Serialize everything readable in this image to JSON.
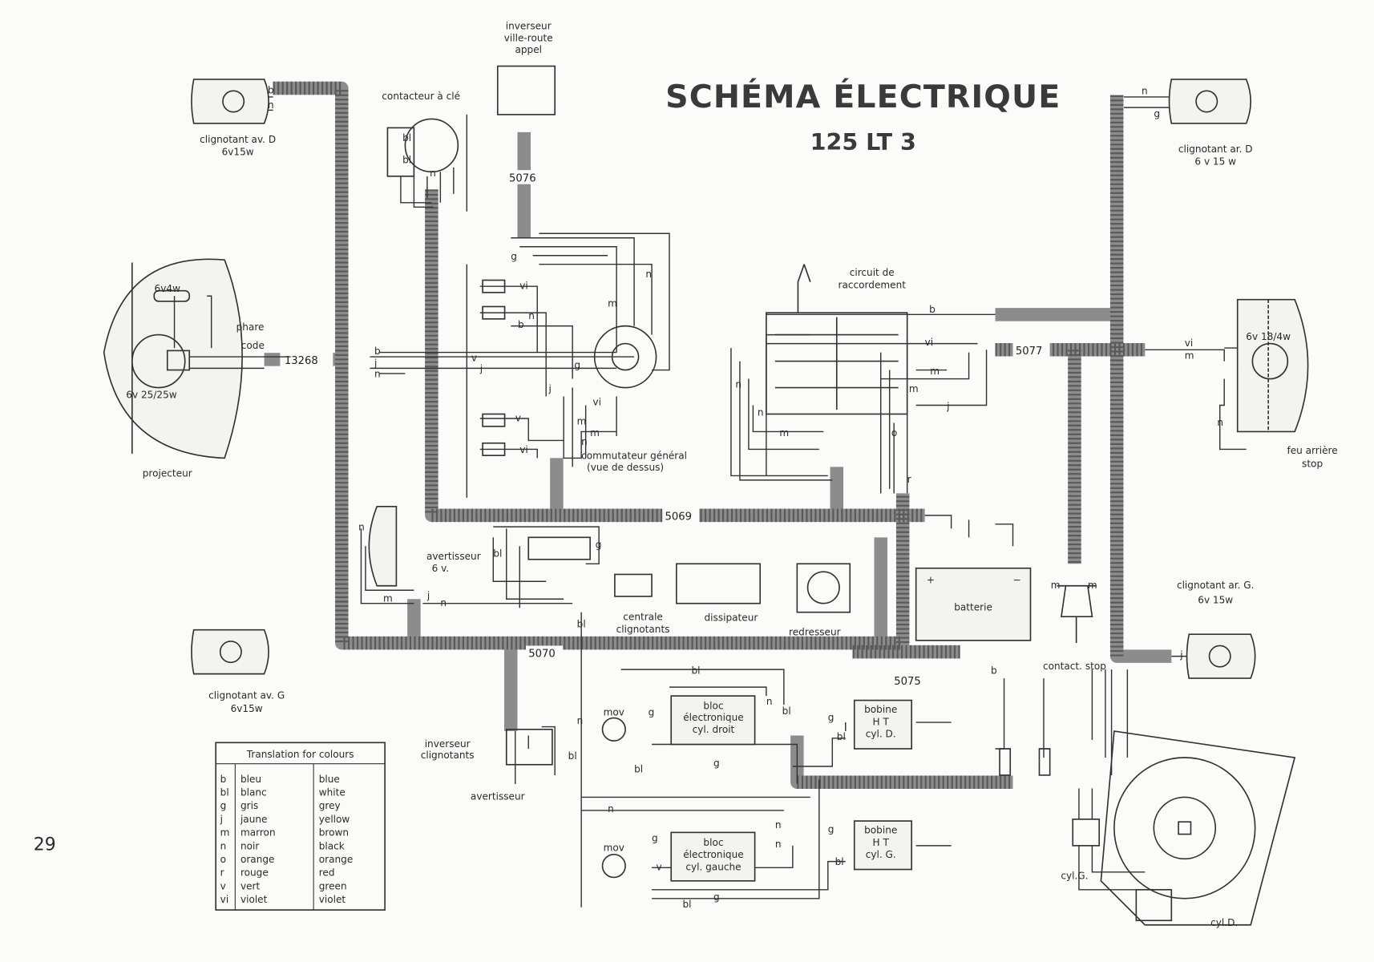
{
  "title": "SCHÉMA ÉLECTRIQUE",
  "subtitle": "125 LT 3",
  "page_number": "29",
  "components": {
    "inverseur_ville_route": [
      "inverseur",
      "ville-route",
      "appel"
    ],
    "contacteur_cle": "contacteur à clé",
    "clignotant_av_d": [
      "clignotant av. D",
      "6v15w"
    ],
    "clignotant_ar_d": [
      "clignotant ar. D",
      "6 v 15 w"
    ],
    "circuit_raccordement": [
      "circuit de",
      "raccordement"
    ],
    "projecteur": "projecteur",
    "veilleuse": "6v4w",
    "phare": "phare",
    "code": "code",
    "lampe_projecteur": "6v 25/25w",
    "commutateur": [
      "commutateur général",
      "(vue de dessus)"
    ],
    "feu_arriere_lampe": "6v 18/4w",
    "feu_arriere": [
      "feu arrière",
      "stop"
    ],
    "avertisseur_6v": [
      "avertisseur",
      "6 v."
    ],
    "centrale": [
      "centrale",
      "clignotants"
    ],
    "dissipateur": "dissipateur",
    "redresseur": "redresseur",
    "batterie": "batterie",
    "clignotant_ar_g": [
      "clignotant ar. G.",
      "6v 15w"
    ],
    "clignotant_av_g": [
      "clignotant av. G",
      "6v15w"
    ],
    "contact_stop": "contact. stop",
    "mov": "mov",
    "bloc_droit": [
      "bloc",
      "électronique",
      "cyl. droit"
    ],
    "bloc_gauche": [
      "bloc",
      "électronique",
      "cyl. gauche"
    ],
    "bobine_d": [
      "bobine",
      "H T",
      "cyl. D."
    ],
    "bobine_g": [
      "bobine",
      "H T",
      "cyl. G."
    ],
    "inverseur_clignotants": [
      "inverseur",
      "clignotants"
    ],
    "avertisseur": "avertisseur",
    "cyl_g": "cyl.G.",
    "cyl_d": "cyl.D."
  },
  "harness_numbers": [
    "13268",
    "5076",
    "5077",
    "5069",
    "5070",
    "5075"
  ],
  "wire_labels": [
    "b",
    "n",
    "bl",
    "bl",
    "n",
    "b",
    "j",
    "n",
    "v",
    "j",
    "vi",
    "g",
    "m",
    "n",
    "g",
    "b",
    "vi",
    "n",
    "v",
    "vi",
    "m",
    "j",
    "n",
    "m",
    "b",
    "vi",
    "m",
    "m",
    "j",
    "n",
    "m",
    "n",
    "vi",
    "m",
    "n",
    "g",
    "bl",
    "n",
    "m",
    "n",
    "j",
    "bl",
    "n",
    "g",
    "bl",
    "bl",
    "n",
    "g",
    "bl",
    "g",
    "bl",
    "g",
    "n",
    "bl",
    "n",
    "n",
    "g",
    "v",
    "bl",
    "g",
    "bl",
    "m",
    "m",
    "o",
    "r",
    "b",
    "j",
    "n",
    "g"
  ],
  "legend": {
    "title": "Translation for colours",
    "rows": [
      {
        "code": "b",
        "fr": "bleu",
        "en": "blue"
      },
      {
        "code": "bl",
        "fr": "blanc",
        "en": "white"
      },
      {
        "code": "g",
        "fr": "gris",
        "en": "grey"
      },
      {
        "code": "j",
        "fr": "jaune",
        "en": "yellow"
      },
      {
        "code": "m",
        "fr": "marron",
        "en": "brown"
      },
      {
        "code": "n",
        "fr": "noir",
        "en": "black"
      },
      {
        "code": "o",
        "fr": "orange",
        "en": "orange"
      },
      {
        "code": "r",
        "fr": "rouge",
        "en": "red"
      },
      {
        "code": "v",
        "fr": "vert",
        "en": "green"
      },
      {
        "code": "vi",
        "fr": "violet",
        "en": "violet"
      }
    ]
  }
}
